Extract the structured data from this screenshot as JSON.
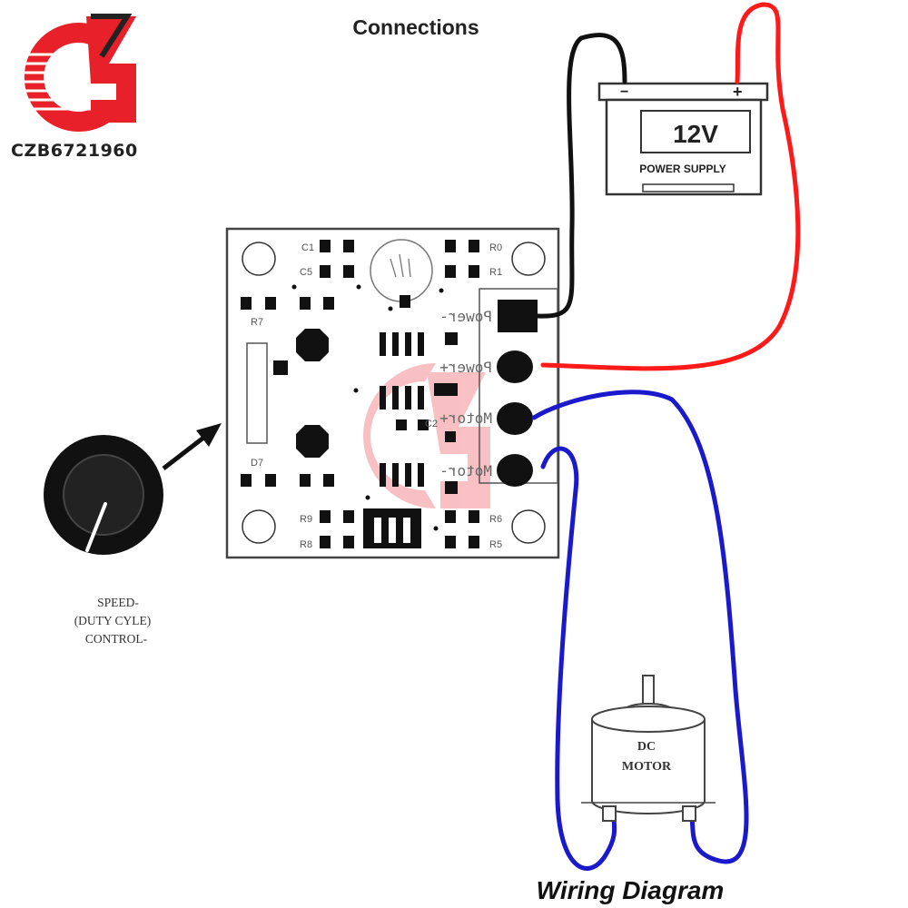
{
  "title": "Connections",
  "footer_title": "Wiring Diagram",
  "logo": {
    "text": "CZB6721960",
    "color_red": "#e8202a",
    "color_dark": "#222222"
  },
  "power_supply": {
    "voltage": "12V",
    "label": "POWER SUPPLY",
    "neg_symbol": "−",
    "pos_symbol": "+"
  },
  "board": {
    "terminals": {
      "power_neg": "Power-",
      "power_pos": "Power+",
      "motor_pos": "Motor+",
      "motor_neg": "Motor-"
    },
    "components": {
      "c1": "C1",
      "c5": "C5",
      "c2": "C2",
      "r0": "R0",
      "r1": "R1",
      "r7": "R7",
      "r9": "R9",
      "r8": "R8",
      "r6": "R6",
      "r5": "R5",
      "d7": "D7"
    }
  },
  "knob_caption": {
    "line1": "SPEED-",
    "line2": "(DUTY CYLE)",
    "line3": "CONTROL-"
  },
  "motor": {
    "line1": "DC",
    "line2": "MOTOR"
  },
  "wire_colors": {
    "negative": "#000000",
    "positive": "#ff1a1a",
    "motor": "#1a1acc"
  }
}
